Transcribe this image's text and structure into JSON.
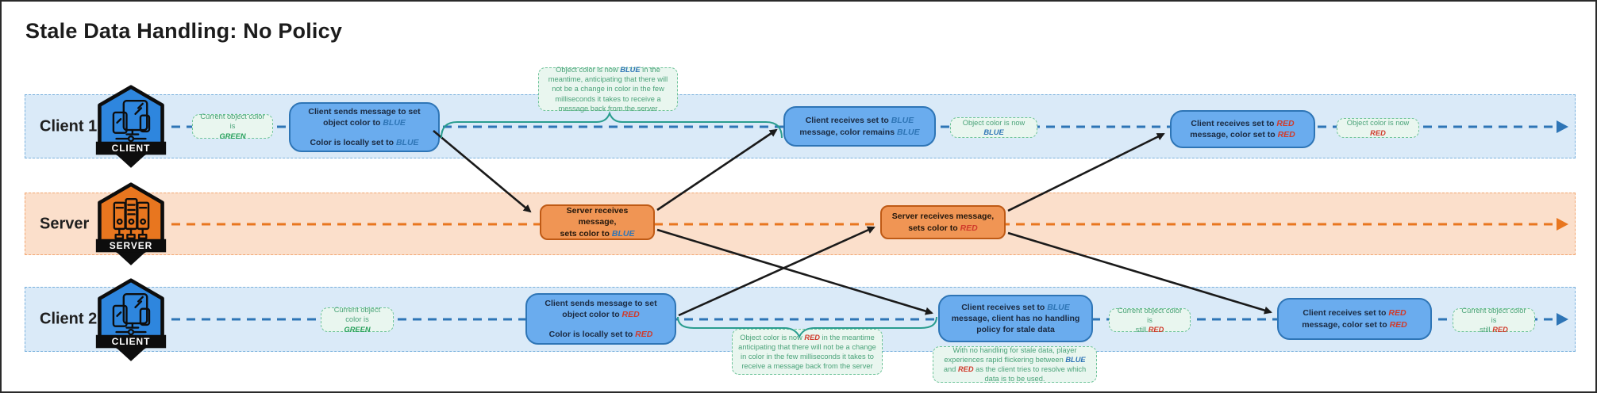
{
  "title": "Stale Data Handling: No Policy",
  "colors": {
    "client_accent": "#2e75b6",
    "server_accent": "#e8761f",
    "client_lane_bg": "#daeaf8",
    "server_lane_bg": "#fbdfcb",
    "blue_box_fill": "#6aacee",
    "orange_box_fill": "#f09554",
    "note_bg": "#e9f6ef",
    "note_text": "#4aa379",
    "brace": "#2a9d8f",
    "word_blue": "#2e75b6",
    "word_red": "#d03a2b",
    "word_green": "#27a05c"
  },
  "lanes": [
    {
      "label": "Client 1",
      "badge": "CLIENT"
    },
    {
      "label": "Server",
      "badge": "SERVER"
    },
    {
      "label": "Client 2",
      "badge": "CLIENT"
    }
  ],
  "client1": {
    "note_current": {
      "l1": [
        {
          "t": "Current object color is"
        }
      ],
      "l2": [
        {
          "t": "GREEN",
          "c": "green"
        }
      ]
    },
    "send_box": {
      "p1": [
        {
          "t": "Client sends message to set object color to "
        },
        {
          "t": "BLUE",
          "c": "blue"
        }
      ],
      "p2": [
        {
          "t": "Color is locally set to "
        },
        {
          "t": "BLUE",
          "c": "blue"
        }
      ]
    },
    "note_meantime": [
      {
        "t": "Object color is now "
      },
      {
        "t": "BLUE",
        "c": "blue"
      },
      {
        "t": " in the meantime, anticipating that there will not be a change in color in the few milliseconds it takes to receive a message back from the server"
      }
    ],
    "recv_blue": [
      {
        "t": "Client receives set to "
      },
      {
        "t": "BLUE",
        "c": "blue"
      },
      {
        "t": " message, color remains "
      },
      {
        "t": "BLUE",
        "c": "blue"
      }
    ],
    "note_now_blue": [
      {
        "t": "Object color is now "
      },
      {
        "t": "BLUE",
        "c": "blue"
      }
    ],
    "recv_red": [
      {
        "t": "Client receives set to "
      },
      {
        "t": "RED",
        "c": "red"
      },
      {
        "t": " message, color set to "
      },
      {
        "t": "RED",
        "c": "red"
      }
    ],
    "note_now_red": [
      {
        "t": "Object color is now "
      },
      {
        "t": "RED",
        "c": "red"
      }
    ]
  },
  "server": {
    "box1": {
      "l1": [
        {
          "t": "Server receives message,"
        }
      ],
      "l2": [
        {
          "t": "sets color to "
        },
        {
          "t": "BLUE",
          "c": "blue"
        }
      ]
    },
    "box2": {
      "l1": [
        {
          "t": "Server receives message,"
        }
      ],
      "l2": [
        {
          "t": "sets color to "
        },
        {
          "t": "RED",
          "c": "red"
        }
      ]
    }
  },
  "client2": {
    "note_current": {
      "l1": [
        {
          "t": "Current object color is"
        }
      ],
      "l2": [
        {
          "t": "GREEN",
          "c": "green"
        }
      ]
    },
    "send_box": {
      "p1": [
        {
          "t": "Client sends message to set object color to "
        },
        {
          "t": "RED",
          "c": "red"
        }
      ],
      "p2": [
        {
          "t": "Color is locally set to "
        },
        {
          "t": "RED",
          "c": "red"
        }
      ]
    },
    "note_meantime": [
      {
        "t": "Object color is now "
      },
      {
        "t": "RED",
        "c": "red"
      },
      {
        "t": " in the meantime anticipating that there will not be a change in color in the few milliseconds it takes to receive a message back from the server"
      }
    ],
    "recv_blue": [
      {
        "t": "Client receives set to "
      },
      {
        "t": "BLUE",
        "c": "blue"
      },
      {
        "t": " message, client has no handling policy for stale data"
      }
    ],
    "note_still_red_1": {
      "l1": [
        {
          "t": "Current object color is"
        }
      ],
      "l2": [
        {
          "t": "still "
        },
        {
          "t": "RED",
          "c": "red"
        }
      ]
    },
    "note_flicker": [
      {
        "t": "With no handling for stale data, player experiences rapid flickering between "
      },
      {
        "t": "BLUE",
        "c": "blue"
      },
      {
        "t": " and "
      },
      {
        "t": "RED",
        "c": "red"
      },
      {
        "t": " as the client tries to resolve which data is to be used."
      }
    ],
    "recv_red": [
      {
        "t": "Client receives set to "
      },
      {
        "t": "RED",
        "c": "red"
      },
      {
        "t": " message, color set to "
      },
      {
        "t": "RED",
        "c": "red"
      }
    ],
    "note_still_red_2": {
      "l1": [
        {
          "t": "Current object color is"
        }
      ],
      "l2": [
        {
          "t": "still "
        },
        {
          "t": "RED",
          "c": "red"
        }
      ]
    }
  }
}
